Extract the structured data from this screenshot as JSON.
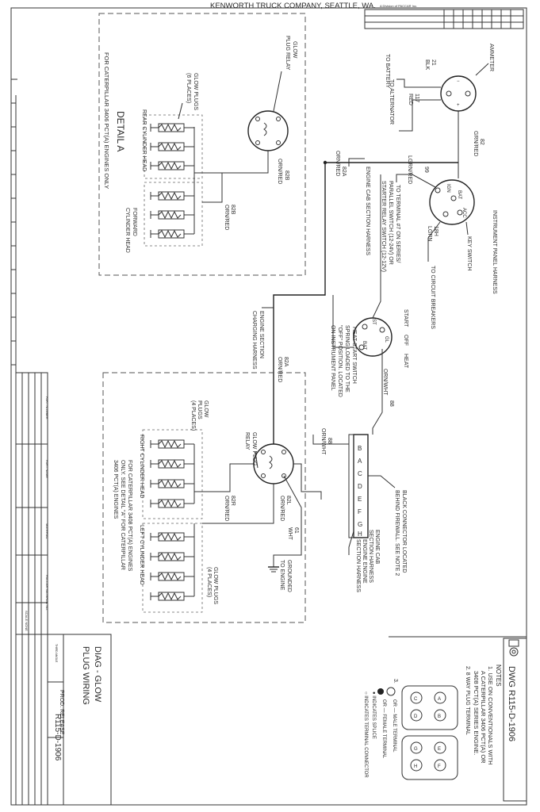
{
  "header": {
    "company": "KENWORTH TRUCK COMPANY, SEATTLE, WA.",
    "division": "A Division of PACCAR Inc."
  },
  "diagram": {
    "ammeter": "AMMETER",
    "battery_wire": "21",
    "battery_color": "BLK",
    "to_battery": "TO BATTERY",
    "alternator_wire": "117",
    "alternator_color": "RED",
    "to_alternator": "TO ALTERNATOR",
    "wire_82": "82",
    "wire_82_color": "GRN/RED",
    "wire_99": "99",
    "wire_99_color": "LGRN/RED",
    "wire_82a": "82A",
    "wire_82a_color": "ORN/RED",
    "key_ign": "IGN",
    "key_bat": "BAT",
    "key_acc": "ACC",
    "wire_18h": "18H",
    "wire_18h_color": "LGRN",
    "key_switch": "KEY SWITCH",
    "instrument_panel_harness": "INSTRUMENT PANEL HARNESS",
    "to_circuit_breakers": "TO CIRCUIT BREAKERS",
    "to_terminal_7": "TO TERMINAL #7 ON SERIES/",
    "to_terminal_7b": "PARALLEL SWITCH (12-24V) OR",
    "to_terminal_7c": "STARTER RELAY SWITCH (12-12V)",
    "engine_cab_section_harness": "ENGINE CAB SECTION HARNESS",
    "start": "START",
    "off": "OFF",
    "heat": "HEAT",
    "sw_st": "ST",
    "sw_gl": "GL",
    "sw_bat": "BAT",
    "heat_start_switch": "HEAT-START SWITCH",
    "heat_start_switch2": "SPRING LOADED TO THE",
    "heat_start_switch3": "\"OFF\" POSITION. LOCATED",
    "heat_start_switch4": "ON INSTRUMENT PANEL",
    "wire_88": "88",
    "wire_88_color": "ORN/WHT",
    "engine_section_charging": "ENGINE SECTION",
    "engine_section_charging2": "CHARGING HARNESS",
    "connector_letters": [
      "B",
      "A",
      "C",
      "D",
      "E",
      "F",
      "G",
      "H"
    ],
    "black_connector": "BLACK CONNECTOR LOCATED",
    "black_connector2": "BEHIND FIREWALL. SEE NOTE 2",
    "engine_cab_section_harness2": "ENGINE CAB",
    "engine_cab_section_harness3": "SECTION HARNESS",
    "engine_engine_section_harness": "ENGINE ENGINE",
    "engine_engine_section_harness2": "SECTION HARNESS",
    "wire_61": "61",
    "wire_61_color": "WHT",
    "grounded": "GROUNDED",
    "grounded2": "TO ENGINE",
    "wire_82l": "82L",
    "wire_82r": "82R",
    "wire_82b": "82B",
    "orn_red": "ORN/RED",
    "glow_plug_relay": "GLOW PLUG",
    "glow_plug_relay2": "RELAY",
    "glow_plugs_4": "GLOW",
    "glow_plugs_4b": "PLUGS",
    "glow_plugs_4c": "(4 PLACES)",
    "glow_plugs_4_left": "GLOW PLUGS",
    "glow_plugs_4_left2": "(4 PLACES)",
    "right_cyl_head": "RIGHT CYLINDER HEAD",
    "left_cyl_head": "LEFT CYLINDER HEAD",
    "for_3408": "FOR CATERPILLAR 3408 PCT(A) ENGINES",
    "for_3408b": "ONLY. SEE DETAIL \"A\" FOR CATERPILLAR",
    "for_3408c": "3406 PCT(A) ENGINES",
    "detail_a": "DETAIL A",
    "detail_a_sub": "FOR CATERPILLAR 3406 PCT(A) ENGINES ONLY",
    "glow_plugs_6": "GLOW PLUGS",
    "glow_plugs_6b": "(6 PLACES)",
    "rear_cyl_head": "REAR CYLINDER HEAD",
    "forward_cyl_head": "FORWARD",
    "forward_cyl_head2": "CYLINDER HEAD",
    "glow_plug_relay_a": "GLOW",
    "glow_plug_relay_a2": "PLUG RELAY"
  },
  "notes": {
    "dwg": "DWG R115-D-1906",
    "title": "NOTES",
    "note1": "1. USE ON CONVENTIONALS WITH",
    "note1b": "A CATERPILLAR 3406 PCT(A) OR",
    "note1c": "3408 PCT(A) SERIES ENGINE.",
    "note2": "2. 8 WAY PLUG TERMINAL",
    "note3": "3.",
    "male": "OR — MALE TERMINAL",
    "female": "OR — FEMALE TERMINAL",
    "splice": "● INDICATES SPLICE",
    "term_conn": "○ INDICATES TERMINAL CONNECTOR",
    "plug_left": [
      "A",
      "B",
      "C",
      "D"
    ],
    "plug_right": [
      "E",
      "F",
      "G",
      "H"
    ]
  },
  "title_block": {
    "title1": "DIAG - GLOW",
    "title2": "PLUG WIRING",
    "dwg_no": "R115-D-1906",
    "prod_release": "PROD. RELEASE",
    "paccar_mat": "PACCAR MATERIAL NO.",
    "part_number": "PART NUMBER",
    "part_name": "PART NAME",
    "material": "MATERIAL",
    "scale": "SCALE NONE",
    "third_angle": "THIRD ANGLE"
  }
}
